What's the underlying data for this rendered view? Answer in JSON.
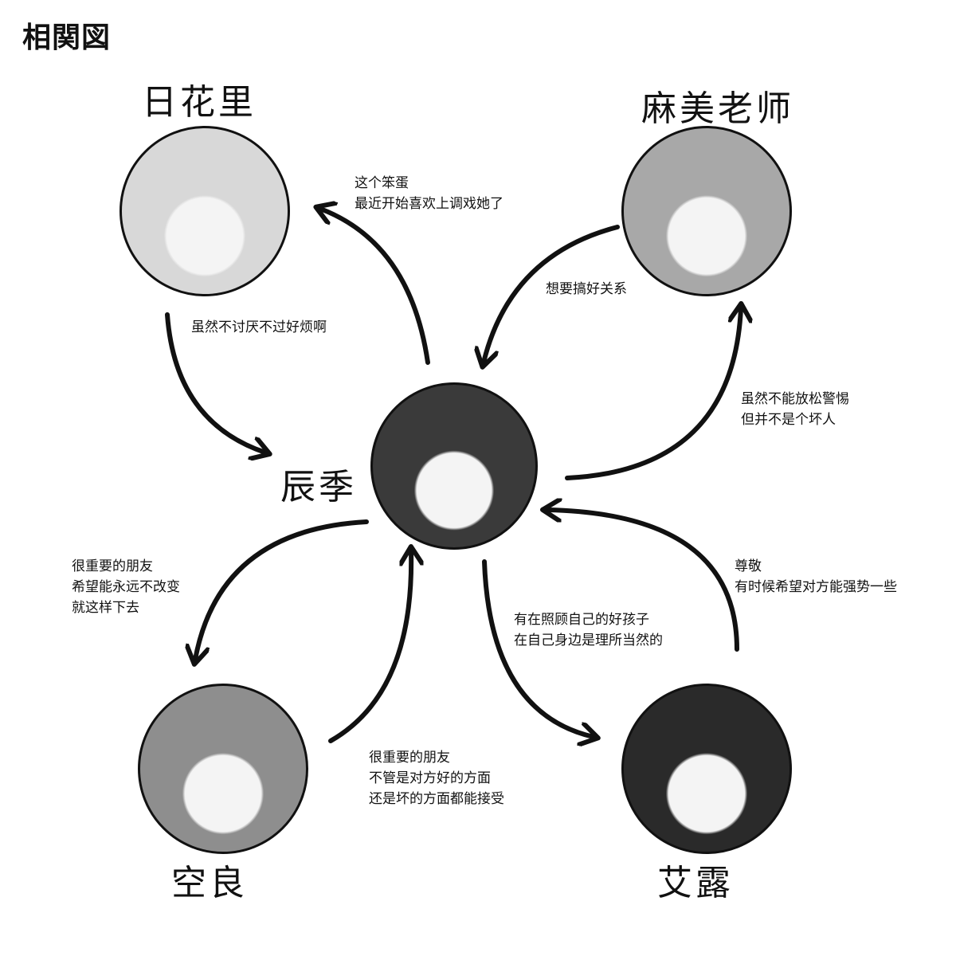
{
  "title": "相関図",
  "characters": {
    "hikari": {
      "name": "日花里",
      "tone": "#d8d8d8"
    },
    "asami": {
      "name": "麻美老师",
      "tone": "#a8a8a8"
    },
    "tatsuki": {
      "name": "辰季",
      "tone": "#3a3a3a"
    },
    "sora": {
      "name": "空良",
      "tone": "#8e8e8e"
    },
    "eru": {
      "name": "艾露",
      "tone": "#2a2a2a"
    }
  },
  "relations": {
    "tatsuki_to_hikari": "这个笨蛋\n最近开始喜欢上调戏她了",
    "hikari_to_tatsuki": "虽然不讨厌不过好烦啊",
    "asami_to_tatsuki": "想要搞好关系",
    "tatsuki_to_asami": "虽然不能放松警惕\n但并不是个坏人",
    "tatsuki_to_sora": "很重要的朋友\n希望能永远不改变\n就这样下去",
    "sora_to_tatsuki": "很重要的朋友\n不管是对方好的方面\n还是坏的方面都能接受",
    "tatsuki_to_eru": "有在照顾自己的好孩子\n在自己身边是理所当然的",
    "eru_to_tatsuki": "尊敬\n有时候希望对方能强势一些"
  }
}
